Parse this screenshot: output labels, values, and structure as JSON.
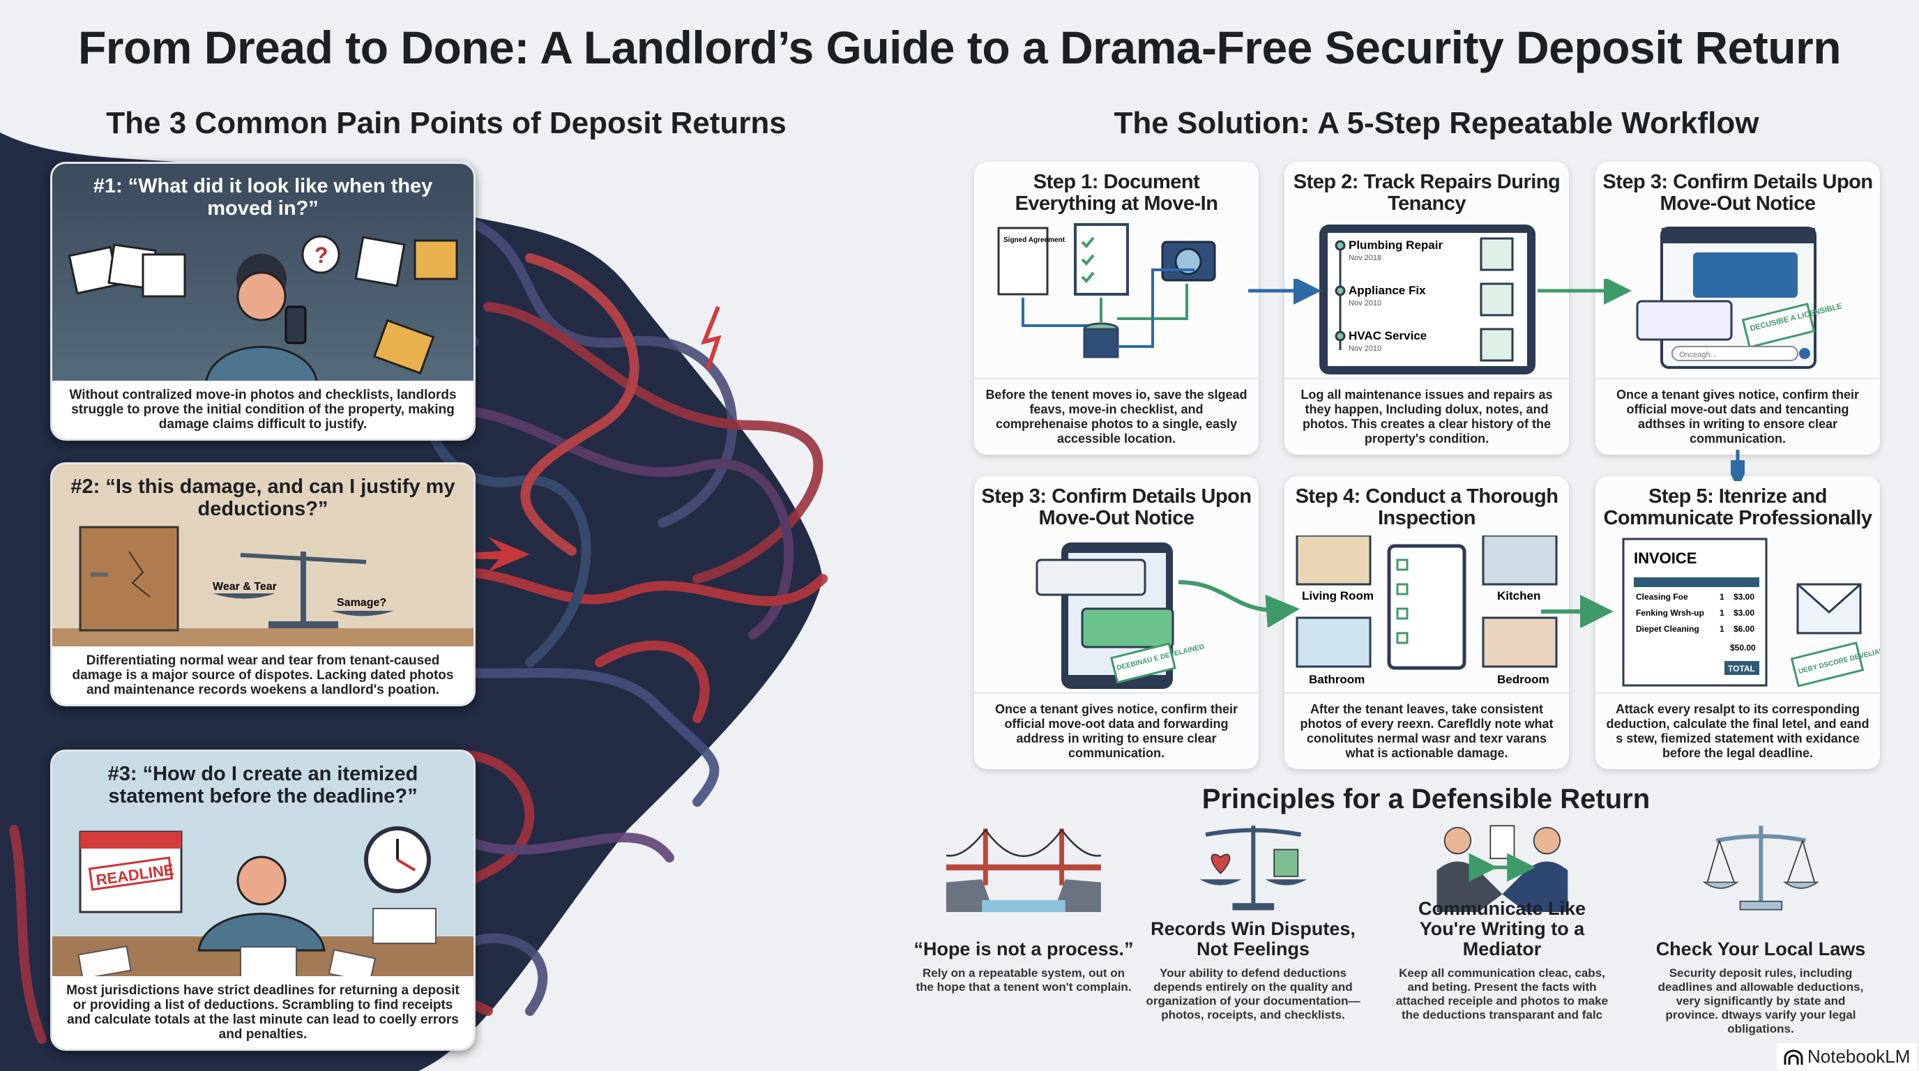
{
  "title": "From Dread to Done: A Landlord’s Guide to a Drama-Free Security Deposit Return",
  "pain": {
    "heading": "The 3 Common Pain Points of Deposit Returns",
    "cards": [
      {
        "title": "#1: “What did it look like when they moved in?”",
        "caption": "Without contralized move-in photos and checklists, landlords struggle to prove the initial condition of the property, making damage claims difficult to justify."
      },
      {
        "title": "#2: “Is this damage, and can I justify my deductions?”",
        "caption": "Differentiating normal wear and tear from tenant-caused damage is a major source of dispotes. Lacking dated photos and maintenance records woekens a landlord's poation.",
        "scale_left": "Wear & Tear",
        "scale_right": "Samage?"
      },
      {
        "title": "#3: “How do I create an itemized statement before the deadline?”",
        "caption": "Most jurisdictions have strict deadlines for returning a deposit or providing a list of deductions. Scrambling to find receipts and calculate totals at the last minute can lead to coelly errors and penalties.",
        "calendar_stamp": "READLINE"
      }
    ]
  },
  "workflow": {
    "heading": "The Solution: A 5-Step Repeatable Workflow",
    "steps": [
      {
        "title": "Step 1: Document Everything at Move-In",
        "body": "Before the tenent moves io, save the slgead feavs, move-in checklist, and comprehenaise photos to a single, easly accessible location.",
        "doc_label": "Signed Agreement"
      },
      {
        "title": "Step 2: Track Repairs During Tenancy",
        "body": "Log all maintenance issues and repairs as they happen, Including dolux, notes, and photos. This creates a clear history of the property's condition.",
        "log": [
          {
            "name": "Plumbing Repair",
            "date": "Nov 2018"
          },
          {
            "name": "Appliance Fix",
            "date": "Nov 2010"
          },
          {
            "name": "HVAC Service",
            "date": "Nov 2010"
          }
        ]
      },
      {
        "title": "Step 3: Confirm Details Upon Move-Out Notice",
        "body": "Once a tenant gives notice, confirm their official move-out dats and tencanting adthses in writing to ensore clear communication.",
        "stamp": "DECUSIBE A LICENSIBLE",
        "input": "Onceagh..."
      },
      {
        "title": "Step 3: Confirm Details Upon Move-Out Notice",
        "body": "Once a tenant gives notice, confirm their official move-oot data and forwarding address in writing to ensure clear communication.",
        "stamp": "DEEBINAU E DEVELAINED"
      },
      {
        "title": "Step 4: Conduct a Thorough Inspection",
        "body": "After the tenant leaves, take consistent photos of every reexn. Carefldly note what conolitutes nermal wasr and texr varans what is actionable damage.",
        "rooms": [
          "Living Room",
          "Kitchen",
          "Bathroom",
          "Bedroom"
        ]
      },
      {
        "title": "Step 5: Itenrize and Communicate Professionally",
        "body": "Attack every resalpt to its corresponding deduction, calculate the final letel, and eand s stew, fiemized statement with exidance before the legal deadline.",
        "invoice": {
          "heading": "INVOICE",
          "items": [
            {
              "name": "Cleasing Foe",
              "qty": "1",
              "amt": "$3.00"
            },
            {
              "name": "Fenking Wrsh-up",
              "qty": "1",
              "amt": "$3.00"
            },
            {
              "name": "Diepet Cleaning",
              "qty": "1",
              "amt": "$6.00"
            }
          ],
          "subtotal": "$50.00",
          "total": "TOTAL"
        },
        "stamp": "UEBY DSCORE DEVELIAR"
      }
    ]
  },
  "principles": {
    "heading": "Principles for a Defensible Return",
    "items": [
      {
        "title": "“Hope is not a process.”",
        "body": "Rely on a repeatable system, out on the hope that a tenent won't complain."
      },
      {
        "title": "Records Win Disputes, Not Feelings",
        "body": "Your ability to defend deductions depends entirely on the quality and organization of your documentation—photos, roceipts, and checklists."
      },
      {
        "title": "Communicate Like You're Writing to a Mediator",
        "body": "Keep all communication cleac, cabs, and beting. Present the facts with attached receiple and photos to make the deductions transparant and falc"
      },
      {
        "title": "Check Your Local Laws",
        "body": "Security deposit rules, including deadlines and allowable deductions, very significantly by state and province. dtways varify your legal obligations."
      }
    ]
  },
  "brand": "NotebookLM",
  "colors": {
    "navy": "#1f2a44",
    "red": "#b23a3a",
    "green": "#3f9a6a",
    "blue": "#2e6aa6"
  }
}
